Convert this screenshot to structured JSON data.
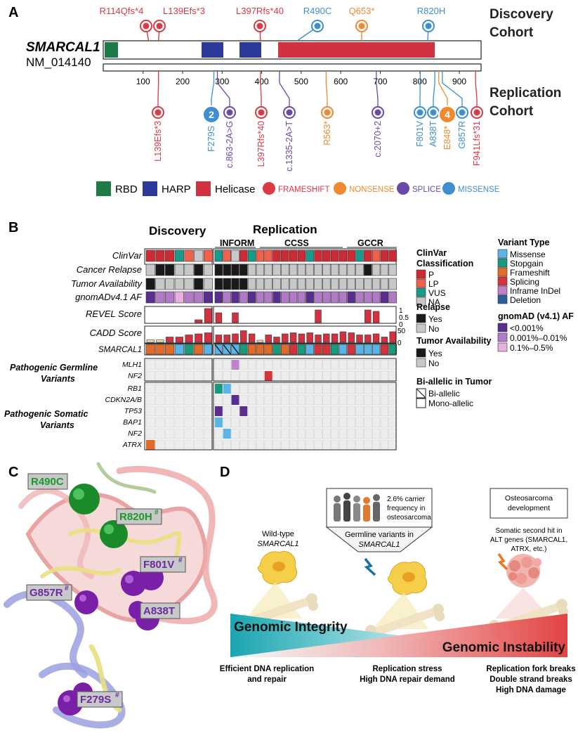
{
  "panelA": {
    "letter": "A",
    "gene": "SMARCAL1",
    "transcript": "NM_014140",
    "discovery_label": [
      "Discovery",
      "Cohort"
    ],
    "replication_label": [
      "Replication",
      "Cohort"
    ],
    "axis_ticks": [
      "100",
      "200",
      "300",
      "400",
      "500",
      "600",
      "700",
      "800",
      "900"
    ],
    "domain_legend": [
      {
        "label": "RBD",
        "color": "#1e7a46"
      },
      {
        "label": "HARP",
        "color": "#2e3a9a"
      },
      {
        "label": "Helicase",
        "color": "#d1323f"
      }
    ],
    "type_legend": [
      {
        "label": "FRAMESHIFT",
        "color": "#d93a45"
      },
      {
        "label": "NONSENSE",
        "color": "#f08a30"
      },
      {
        "label": "SPLICE",
        "color": "#6a4aa8"
      },
      {
        "label": "MISSENSE",
        "color": "#3f8fd0"
      }
    ],
    "discovery_variants": [
      {
        "label": "R114Qfs*4",
        "pos": 114,
        "type": "FRAMESHIFT"
      },
      {
        "label": "L139Efs*3",
        "pos": 139,
        "type": "FRAMESHIFT"
      },
      {
        "label": "L397Rfs*40",
        "pos": 397,
        "type": "FRAMESHIFT"
      },
      {
        "label": "R490C",
        "pos": 490,
        "type": "MISSENSE"
      },
      {
        "label": "Q653*",
        "pos": 653,
        "type": "NONSENSE"
      },
      {
        "label": "R820H",
        "pos": 820,
        "type": "MISSENSE"
      }
    ],
    "replication_variants": [
      {
        "label": "L139Efs*3",
        "pos": 139,
        "type": "FRAMESHIFT"
      },
      {
        "label": "F279S",
        "pos": 279,
        "type": "MISSENSE",
        "count": "2"
      },
      {
        "label": "c.863-2A>G",
        "pos": 288,
        "type": "SPLICE"
      },
      {
        "label": "L397Rfs*40",
        "pos": 397,
        "type": "FRAMESHIFT"
      },
      {
        "label": "c.1335-2A>T",
        "pos": 445,
        "type": "SPLICE"
      },
      {
        "label": "R563*",
        "pos": 563,
        "type": "NONSENSE"
      },
      {
        "label": "c.2070+2",
        "pos": 690,
        "type": "SPLICE"
      },
      {
        "label": "F801V",
        "pos": 801,
        "type": "MISSENSE"
      },
      {
        "label": "A838T",
        "pos": 838,
        "type": "MISSENSE"
      },
      {
        "label": "E848*",
        "pos": 848,
        "type": "NONSENSE",
        "count": "4"
      },
      {
        "label": "G857R",
        "pos": 857,
        "type": "MISSENSE"
      },
      {
        "label": "F941Lfs*31",
        "pos": 941,
        "type": "FRAMESHIFT"
      }
    ]
  },
  "panelB": {
    "letter": "B",
    "discovery": "Discovery",
    "replication": "Replication",
    "subcohorts": [
      "INFORM",
      "CCSS",
      "GCCR"
    ],
    "row_labels": [
      "ClinVar",
      "Cancer Relapse",
      "Tumor Availability",
      "gnomADv4.1 AF",
      "REVEL Score",
      "CADD Score",
      "SMARCAL1"
    ],
    "revel_ticks": [
      "1",
      "0.5",
      "0"
    ],
    "cadd_ticks": [
      "50",
      "0"
    ],
    "germline_title": [
      "Pathogenic Germline",
      "Variants"
    ],
    "germline_genes": [
      "MLH1",
      "NF2"
    ],
    "somatic_title": [
      "Pathogenic Somatic",
      "Variants"
    ],
    "somatic_genes": [
      "RB1",
      "CDKN2A/B",
      "TP53",
      "BAP1",
      "NF2",
      "ATRX"
    ],
    "clinvar_title": [
      "ClinVar",
      "Classification"
    ],
    "clinvar_legend": [
      {
        "label": "P",
        "color": "#cc2b36"
      },
      {
        "label": "LP",
        "color": "#f0604a"
      },
      {
        "label": "VUS",
        "color": "#1a9a8a"
      },
      {
        "label": "NA",
        "color": "#c8c8c8"
      }
    ],
    "relapse_title": "Relapse",
    "relapse_legend": [
      {
        "label": "Yes",
        "color": "#1a1a1a"
      },
      {
        "label": "No",
        "color": "#c8c8c8"
      }
    ],
    "tumor_title": "Tumor Availability",
    "tumor_legend": [
      {
        "label": "Yes",
        "color": "#1a1a1a"
      },
      {
        "label": "No",
        "color": "#c8c8c8"
      }
    ],
    "biallelic_title": "Bi-allelic in Tumor",
    "biallelic_legend": [
      "Bi-allelic",
      "Mono-allelic"
    ],
    "vtype_title": "Variant Type",
    "vtype_legend": [
      {
        "label": "Missense",
        "color": "#5ab4e6"
      },
      {
        "label": "Stopgain",
        "color": "#1a9a7a"
      },
      {
        "label": "Frameshift",
        "color": "#e06b2a"
      },
      {
        "label": "Splicing",
        "color": "#d4333a"
      },
      {
        "label": "Inframe InDel",
        "color": "#c080cc"
      },
      {
        "label": "Deletion",
        "color": "#2b5d98"
      }
    ],
    "af_title": "gnomAD (v4.1) AF",
    "af_legend": [
      {
        "label": "<0.001%",
        "color": "#5a2e8e"
      },
      {
        "label": "0.001%–0.01%",
        "color": "#b07ac6"
      },
      {
        "label": "0.1%–0.5%",
        "color": "#e8b0e0"
      }
    ],
    "samples": {
      "clinvar": [
        "P",
        "P",
        "P",
        "VUS",
        "LP",
        "NA",
        "LP",
        "VUS",
        "LP",
        "NA",
        "P",
        "VUS",
        "LP",
        "LP",
        "P",
        "P",
        "P",
        "P",
        "VUS",
        "P",
        "P",
        "P",
        "P",
        "P",
        "VUS",
        "P",
        "LP",
        "P",
        "P"
      ],
      "relapse": [
        "No",
        "Yes",
        "Yes",
        "No",
        "No",
        "Yes",
        "No",
        "Yes",
        "Yes",
        "Yes",
        "Yes",
        "No",
        "No",
        "No",
        "No",
        "No",
        "No",
        "No",
        "No",
        "No",
        "No",
        "No",
        "No",
        "No",
        "No",
        "Yes",
        "No",
        "No",
        "No"
      ],
      "tumor": [
        "Yes",
        "No",
        "No",
        "No",
        "No",
        "Yes",
        "No",
        "Yes",
        "Yes",
        "Yes",
        "Yes",
        "No",
        "No",
        "No",
        "No",
        "No",
        "No",
        "No",
        "No",
        "No",
        "No",
        "No",
        "No",
        "No",
        "No",
        "No",
        "No",
        "No",
        "No"
      ],
      "af": [
        "<0.001%",
        "0.001%–0.01%",
        "0.001%–0.01%",
        "0.1%–0.5%",
        "0.001%–0.01%",
        "0.001%–0.01%",
        "<0.001%",
        "<0.001%",
        "0.001%–0.01%",
        "<0.001%",
        "0.001%–0.01%",
        "<0.001%",
        "0.001%–0.01%",
        "0.001%–0.01%",
        "<0.001%",
        "0.001%–0.01%",
        "0.001%–0.01%",
        "0.001%–0.01%",
        "<0.001%",
        "0.001%–0.01%",
        "0.001%–0.01%",
        "0.001%–0.01%",
        "0.001%–0.01%",
        "<0.001%",
        "0.001%–0.01%",
        "0.001%–0.01%",
        "0.001%–0.01%",
        "<0.001%",
        "0.001%–0.01%"
      ],
      "revel": [
        0,
        0,
        0,
        0,
        0,
        0.2,
        1,
        0.7,
        0,
        0.7,
        0,
        0,
        0,
        0,
        0,
        0,
        0,
        0,
        0,
        0.9,
        0,
        0,
        0,
        0,
        0,
        0.9,
        0.8,
        0,
        0
      ],
      "cadd": [
        12,
        12,
        25,
        25,
        35,
        40,
        45,
        35,
        35,
        40,
        55,
        40,
        10,
        35,
        25,
        40,
        45,
        40,
        45,
        35,
        40,
        40,
        50,
        45,
        35,
        35,
        40,
        25,
        50
      ],
      "vtype": [
        "Frameshift",
        "Frameshift",
        "Frameshift",
        "Missense",
        "Stopgain",
        "Frameshift",
        "Missense",
        "Missense",
        "Missense",
        "Missense",
        "Stopgain",
        "Frameshift",
        "Frameshift",
        "Frameshift",
        "Stopgain",
        "Frameshift",
        "Splicing",
        "Stopgain",
        "Missense",
        "Splicing",
        "Splicing",
        "Stopgain",
        "Missense",
        "Splicing",
        "Missense",
        "Missense",
        "Missense",
        "Splicing",
        "Stopgain"
      ],
      "biallelic": [
        false,
        false,
        false,
        false,
        false,
        false,
        false,
        true,
        true,
        true,
        false,
        false,
        false,
        false,
        false,
        false,
        false,
        false,
        false,
        false,
        false,
        false,
        false,
        false,
        false,
        false,
        false,
        false,
        false
      ]
    },
    "germline_hits": [
      {
        "gene": "MLH1",
        "sample": 9,
        "color": "#c080cc"
      },
      {
        "gene": "NF2",
        "sample": 13,
        "color": "#d4333a"
      }
    ],
    "somatic_hits": [
      {
        "gene": "RB1",
        "sample": 7,
        "color": "#1a9a7a"
      },
      {
        "gene": "RB1",
        "sample": 8,
        "color": "#5ab4e6"
      },
      {
        "gene": "CDKN2A/B",
        "sample": 9,
        "color": "#5a2e8e"
      },
      {
        "gene": "TP53",
        "sample": 7,
        "color": "#5a2e8e"
      },
      {
        "gene": "TP53",
        "sample": 10,
        "color": "#5a2e8e"
      },
      {
        "gene": "BAP1",
        "sample": 7,
        "color": "#5ab4e6"
      },
      {
        "gene": "NF2",
        "sample": 8,
        "color": "#5ab4e6"
      },
      {
        "gene": "ATRX",
        "sample": 0,
        "color": "#e06b2a"
      }
    ]
  },
  "panelC": {
    "letter": "C",
    "labels": [
      {
        "text": "R490C",
        "hash": false,
        "color": "#1a9a2a"
      },
      {
        "text": "R820H",
        "hash": true,
        "color": "#1a9a2a"
      },
      {
        "text": "F801V",
        "hash": true,
        "color": "#6a2aa0"
      },
      {
        "text": "G857R",
        "hash": true,
        "color": "#6a2aa0"
      },
      {
        "text": "A838T",
        "hash": false,
        "color": "#6a2aa0"
      },
      {
        "text": "F279S",
        "hash": true,
        "color": "#6a2aa0"
      }
    ],
    "hash_symbol": "#"
  },
  "panelD": {
    "letter": "D",
    "wildtype": [
      "Wild-type",
      "SMARCAL1"
    ],
    "carrier_box": [
      "2.6% carrier",
      "frequency in",
      "osteosarcoma"
    ],
    "germline_box": [
      "Germline variants in",
      "SMARCAL1"
    ],
    "osteo_box": [
      "Osteosarcoma",
      "development"
    ],
    "second_hit": [
      "Somatic second hit in",
      "ALT genes (SMARCAL1,",
      "ATRX, etc.)"
    ],
    "integrity": "Genomic Integrity",
    "instability": "Genomic Instability",
    "bottom_left": [
      "Efficient DNA replication",
      "and repair"
    ],
    "bottom_mid": [
      "Replication stress",
      "High DNA repair demand"
    ],
    "bottom_right": [
      "Replication fork breaks",
      "Double strand breaks",
      "High DNA damage"
    ]
  }
}
